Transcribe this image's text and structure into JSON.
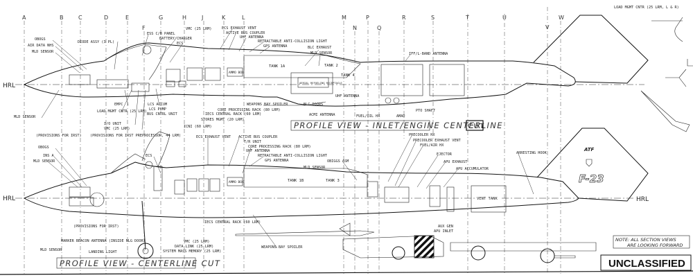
{
  "stations": [
    "A",
    "B",
    "C",
    "D",
    "E",
    "F",
    "G",
    "H",
    "J",
    "K",
    "L",
    "M",
    "N",
    "P",
    "Q",
    "R",
    "S",
    "T",
    "U",
    "V",
    "W"
  ],
  "reference_line": "HRL",
  "top_view": {
    "title": "PROFILE VIEW - INLET/ENGINE CENTERLINE",
    "title_box": "CUT",
    "tanks": [
      "TANK 1A",
      "TANK 2",
      "TANK 4"
    ],
    "ammo_box": "AMMO BOX",
    "refueling": "AERIAL REFUELING RECEPTACLE",
    "labels": [
      "OBOGS",
      "DIODE ASSY (3 PL)",
      "AIR DATA NHS",
      "MLD SENSOR",
      "ESS C/B PANEL",
      "VMC (25 LRM)",
      "BATTERY/CHARGER",
      "ECS",
      "ECS EXHAUST VENT",
      "ACTIVE BUS COUPLER",
      "UHF ANTENNA",
      "RETRACTABLE ANTI-COLLISION LIGHT",
      "GPS ANTENNA",
      "BLC EXHAUST",
      "MLD SENSOR",
      "IFF/L-BAND ANTENNA",
      "MLD SENSOR",
      "EMPC",
      "LOAD MGMT CNTR (25 LRM)",
      "I/O UNIT",
      "VMC (25 LRM)",
      "LCS ACCUM",
      "LCS PUMP",
      "BUS CNTRL UNIT",
      "ICNI (60 LRM)",
      "STORES MGMT (20 LRM)",
      "IECS CENTRAL RACK (60 LRM)",
      "CORE PROCESSING RACK (80 LRM)",
      "WEAPONS BAY SPOILER",
      "BLC DOORS",
      "UHF ANTENNA",
      "ACMI ANTENNA",
      "FUEL/OIL HX",
      "AMAD",
      "PTO SHAFT",
      "(PROVISIONS FOR IRST)",
      "(PROVISIONS FOR IRST PREPROCESSOR, 44 LRM)"
    ],
    "side_note": "LOAD MGMT CNTR (25 LRM, L & R)"
  },
  "bottom_view": {
    "title": "PROFILE VIEW - CENTERLINE CUT",
    "tanks": [
      "TANK 1B",
      "TANK 3"
    ],
    "vent_tank": "VENT TANK",
    "ammo_box": "AMMO BOX",
    "tail_markings": {
      "top": "ATF",
      "designation": "F-23"
    },
    "labels": [
      "OBOGS",
      "INS A",
      "MLD SENSOR",
      "ECS",
      "ECS EXHAUST VENT",
      "ACTIVE BUS COUPLER",
      "T/R UNIT",
      "CORE PROCESSING RACK (80 LRM)",
      "UHF ANTENNA",
      "RETRACTABLE ANTI-COLLISION LIGHT",
      "GPS ANTENNA",
      "OBIGGS ASM",
      "MLD SENSOR",
      "PRECOOLER HX",
      "PRECOOLER EXHAUST VENT",
      "FUEL/AIR HX",
      "EJECTOR",
      "APU EXHAUST",
      "APU ACCUMULATOR",
      "ARRESTING HOOK",
      "AUX GEN",
      "APU INLET",
      "IECS CENTRAL RACK (60 LRM)",
      "VMC (25 LRM)",
      "DATA LINK (25 LRM)",
      "SYSTEM MASS MEMORY (25 LRM)",
      "WEAPONS BAY SPOILER",
      "(PROVISIONS FOR IRST)",
      "MARKER BEACON ANTENNA (INSIDE NLG DOOR)",
      "MLD SENSOR",
      "LANDING LIGHT"
    ]
  },
  "note": [
    "NOTE: ALL SECTION VIEWS",
    "ARE LOOKING FORWARD"
  ],
  "classification": "UNCLASSIFIED"
}
